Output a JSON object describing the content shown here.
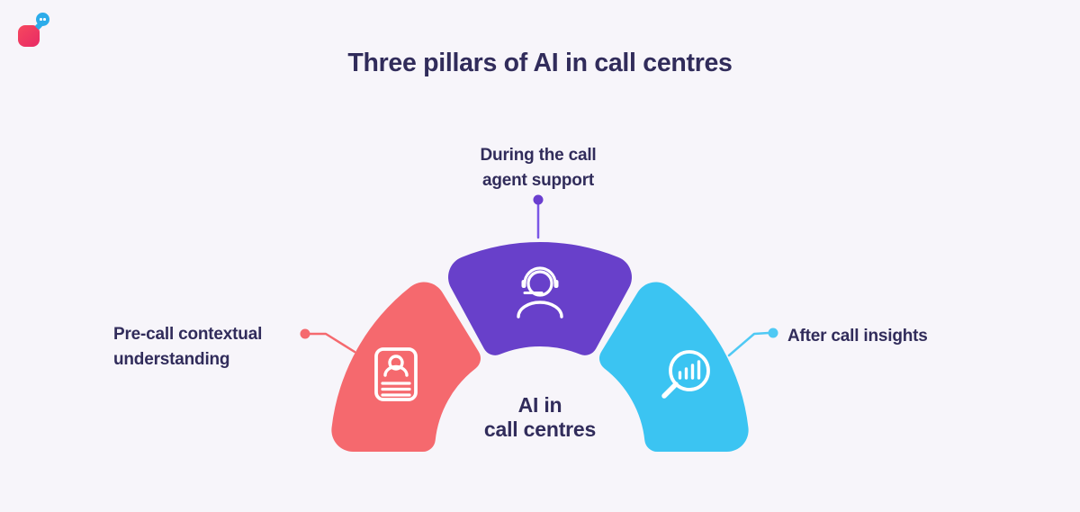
{
  "page": {
    "title": "Three pillars of AI in call centres",
    "background": "#F7F5FA",
    "text_color": "#312C5B"
  },
  "logo": {
    "name": "chat-app-logo",
    "square_color": "#EE3B5F",
    "bubble_color": "#2CACEA"
  },
  "arch": {
    "center_label_line1": "AI in",
    "center_label_line2": "call centres",
    "segments": [
      {
        "id": "pre-call",
        "label_line1": "Pre-call contextual",
        "label_line2": "understanding",
        "color": "#F5696E",
        "connector_color": "#F5696E",
        "dot_color": "#F5696E",
        "icon": "id-card-icon"
      },
      {
        "id": "during-call",
        "label_line1": "During the call",
        "label_line2": "agent support",
        "color": "#6840CA",
        "connector_color": "#7A57E6",
        "dot_color": "#6A3ECF",
        "icon": "headset-agent-icon"
      },
      {
        "id": "after-call",
        "label_line1": "After call insights",
        "label_line2": "",
        "color": "#3BC4F2",
        "connector_color": "#4FC9F4",
        "dot_color": "#4FC9F4",
        "icon": "magnifier-chart-icon"
      }
    ]
  }
}
